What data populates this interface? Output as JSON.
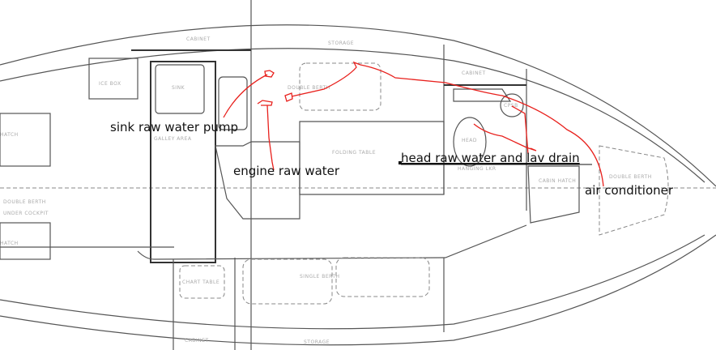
{
  "plan_labels": {
    "cabinet_top_aft": "CABINET",
    "storage_top": "STORAGE",
    "ice_box": "ICE BOX",
    "sink": "SINK",
    "galley_area": "GALLEY AREA",
    "double_berth_mid": "DOUBLE BERTH",
    "folding_table": "FOLDING TABLE",
    "cabinet_top_fwd": "CABINET",
    "cpsb": "CPSB",
    "head": "HEAD",
    "hanging_locker": "HANGING LKR",
    "cabin_hatch": "CABIN HATCH",
    "double_berth_fwd": "DOUBLE BERTH",
    "hatch_left_top": "HATCH",
    "double_berth_under_cockpit_1": "DOUBLE BERTH",
    "double_berth_under_cockpit_2": "UNDER COCKPIT",
    "hatch_left_bottom": "HATCH",
    "chart_table": "CHART TABLE",
    "single_berth": "SINGLE BERTH",
    "cabinet_bottom": "CABINET",
    "storage_bottom": "STORAGE"
  },
  "annotations": {
    "sink_pump": "sink raw water pump",
    "engine": "engine raw water",
    "head": "head raw water and lav drain",
    "ac": "air conditioner"
  },
  "colors": {
    "annotation_line": "#e8201c"
  }
}
